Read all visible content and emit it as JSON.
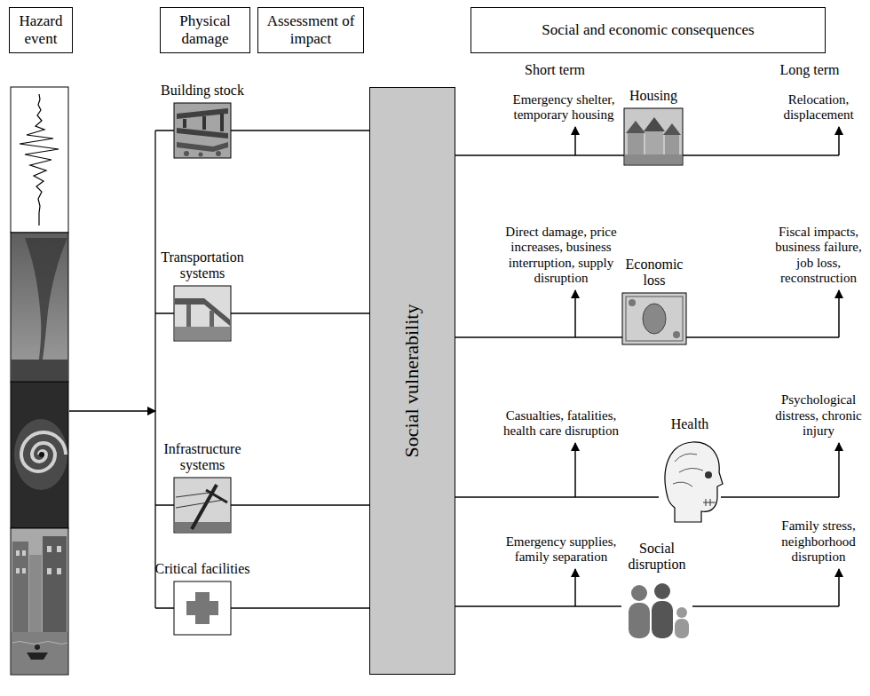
{
  "diagram": {
    "nodes": [
      {
        "text": [
          "Hazard event"
        ]
      },
      {
        "text": [
          "Physical damage"
        ]
      },
      {
        "text": [
          "Assessment of impact"
        ]
      },
      {
        "text": [
          "Social and economic consequences"
        ]
      },
      {
        "text": [
          "Building stock"
        ]
      },
      {
        "text": [
          "Transportation systems"
        ]
      },
      {
        "text": [
          "Infrastructure systems"
        ]
      },
      {
        "text": [
          "Critical facilities"
        ]
      },
      {
        "text": [
          "Social vulnerability"
        ]
      },
      {
        "text": [
          "Housing"
        ]
      },
      {
        "text": [
          "Economic loss"
        ]
      },
      {
        "text": [
          "Health"
        ]
      },
      {
        "text": [
          "Social disruption"
        ]
      }
    ],
    "edges": [
      {
        "from": 4,
        "to": 8,
        "arrow": "none"
      },
      {
        "from": 5,
        "to": 8,
        "arrow": "none"
      },
      {
        "from": 6,
        "to": 8,
        "arrow": "none"
      },
      {
        "from": 7,
        "to": 8,
        "arrow": "none"
      },
      {
        "from": 8,
        "to": 9,
        "arrow": "none"
      },
      {
        "from": 8,
        "to": 10,
        "arrow": "none"
      },
      {
        "from": 8,
        "to": 11,
        "arrow": "none"
      },
      {
        "from": 8,
        "to": 12,
        "arrow": "none"
      }
    ],
    "labels": [
      "Short term",
      "Long term",
      "Emergency shelter, temporary housing",
      "Relocation, displacement",
      "Direct damage, price increases, business interruption, supply disruption",
      "Fiscal impacts, business failure, job loss, reconstruction",
      "Casualties, fatalities, health care disruption",
      "Psychological distress, chronic injury",
      "Emergency supplies, family separation",
      "Family stress, neighborhood disruption"
    ]
  }
}
